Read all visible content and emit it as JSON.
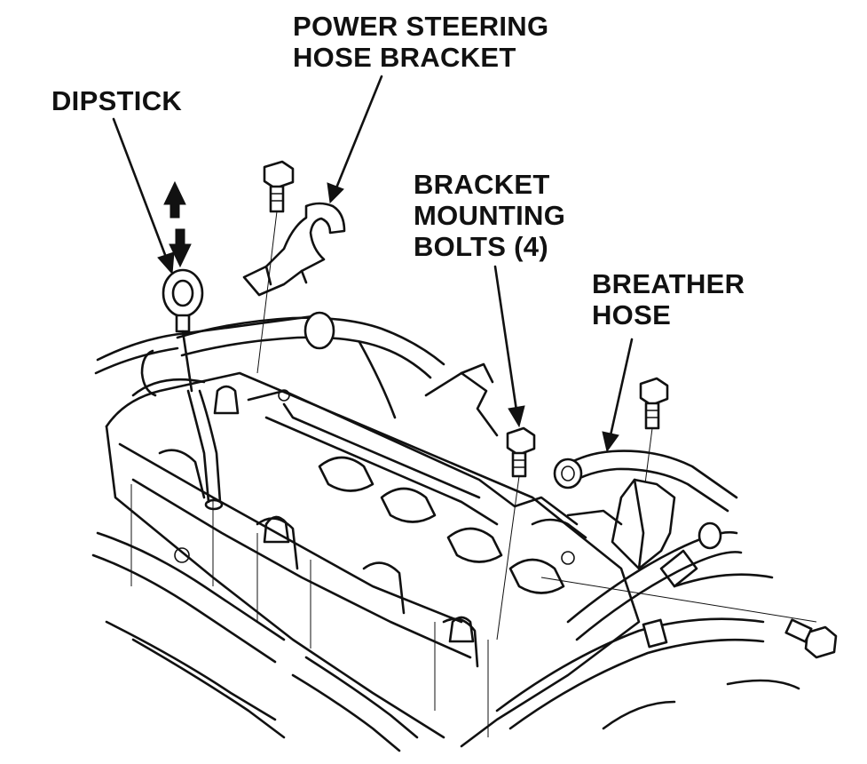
{
  "labels": {
    "dipstick": "DIPSTICK",
    "ps_bracket_line1": "POWER STEERING",
    "ps_bracket_line2": "HOSE BRACKET",
    "mount_bolts_line1": "BRACKET",
    "mount_bolts_line2": "MOUNTING",
    "mount_bolts_line3": "BOLTS (4)",
    "breather_line1": "BREATHER",
    "breather_line2": "HOSE"
  },
  "colors": {
    "line": "#111111",
    "background": "#ffffff"
  }
}
